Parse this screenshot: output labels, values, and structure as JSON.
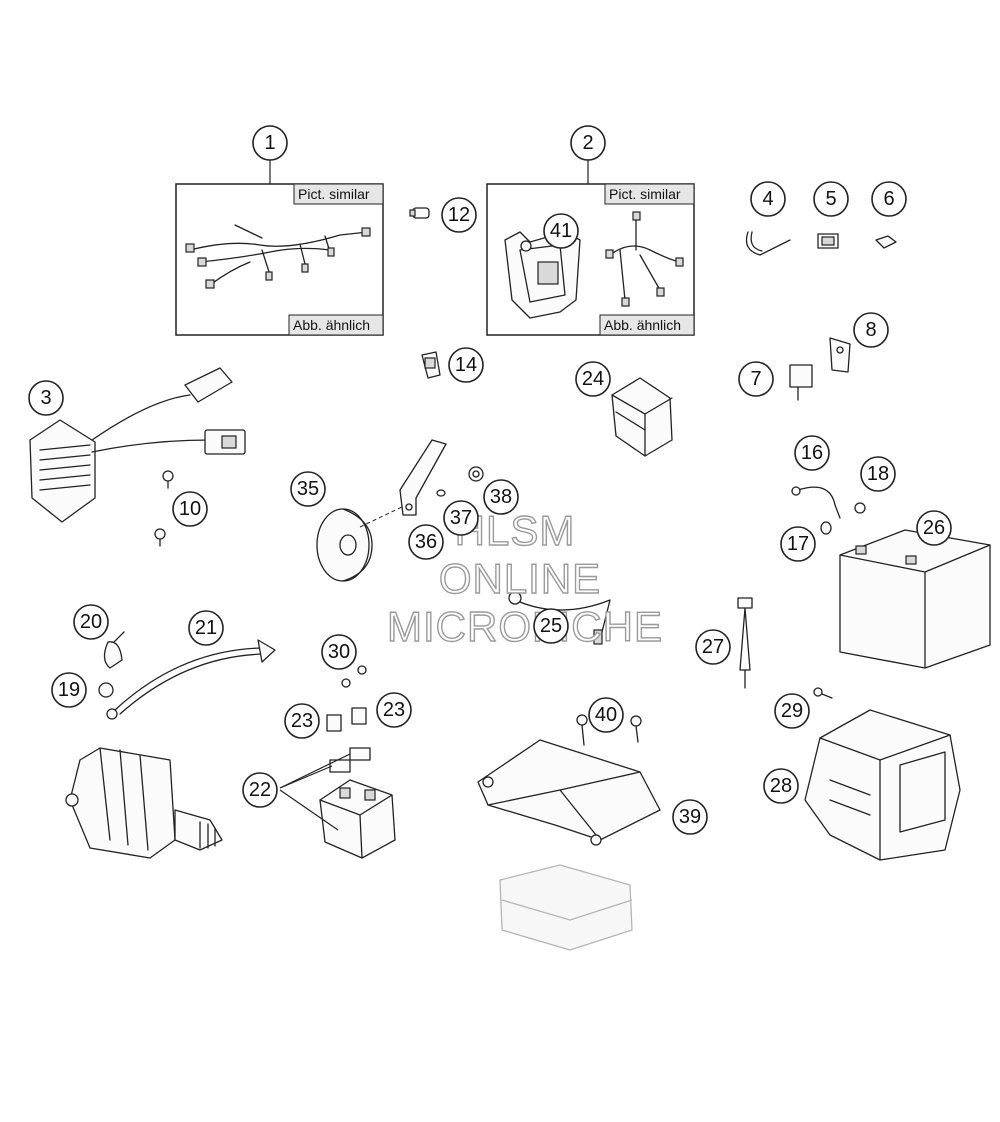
{
  "tags": {
    "pict_similar": "Pict. similar",
    "abb_aehnlich": "Abb. ähnlich"
  },
  "watermark": {
    "line1": "HLSM",
    "line2": "ONLINE",
    "line3": "MICROFICHE"
  },
  "callouts": [
    "1",
    "2",
    "3",
    "4",
    "5",
    "6",
    "7",
    "8",
    "10",
    "12",
    "14",
    "16",
    "17",
    "18",
    "19",
    "20",
    "21",
    "22",
    "23",
    "23",
    "24",
    "25",
    "26",
    "27",
    "28",
    "29",
    "30",
    "35",
    "36",
    "37",
    "38",
    "39",
    "40",
    "41"
  ]
}
